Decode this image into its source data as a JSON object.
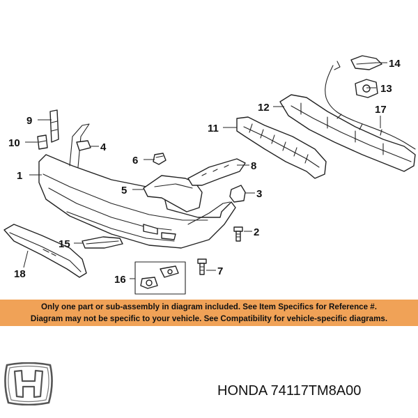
{
  "callouts": [
    "1",
    "2",
    "3",
    "4",
    "5",
    "6",
    "7",
    "8",
    "9",
    "10",
    "11",
    "12",
    "13",
    "14",
    "15",
    "16",
    "17",
    "18"
  ],
  "notice": {
    "line1": "Only one part or sub-assembly in diagram included. See Item Specifics for Reference #.",
    "line2": "Diagram may not be specific to your vehicle. See Compatibility for vehicle-specific diagrams."
  },
  "footer": {
    "part_label": "HONDA 74117TM8A00",
    "logo_icon": "honda-h-logo-icon"
  },
  "colors": {
    "notice_background": "#f0a257",
    "line_art": "#222222"
  }
}
